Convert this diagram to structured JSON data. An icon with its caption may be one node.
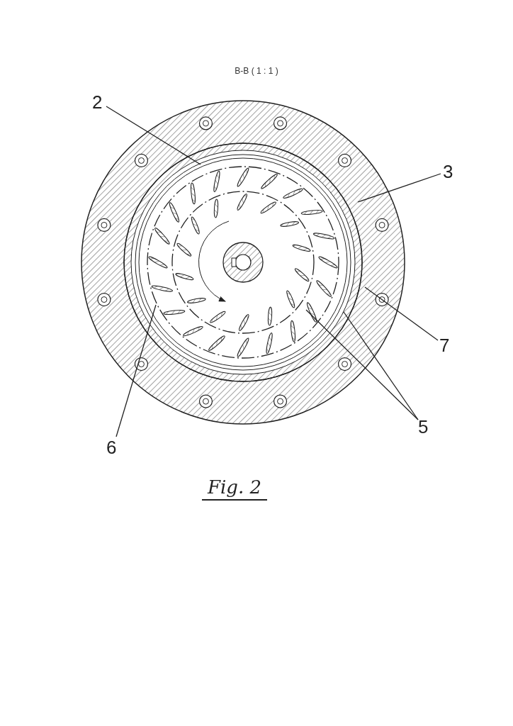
{
  "diagram": {
    "title": "B-B ( 1 : 1 )",
    "caption": "Fig. 2",
    "nodes": [
      {
        "text": [
          "2"
        ]
      },
      {
        "text": [
          "3"
        ]
      },
      {
        "text": [
          "7"
        ]
      },
      {
        "text": [
          "5"
        ]
      },
      {
        "text": [
          "6"
        ]
      }
    ],
    "edges": [
      {
        "from": 0,
        "to": null,
        "arrow": "none"
      },
      {
        "from": 1,
        "to": null,
        "arrow": "none"
      },
      {
        "from": 2,
        "to": null,
        "arrow": "none"
      },
      {
        "from": 3,
        "to": null,
        "arrow": "none"
      },
      {
        "from": 3,
        "to": null,
        "arrow": "none"
      },
      {
        "from": 4,
        "to": null,
        "arrow": "none"
      }
    ]
  }
}
